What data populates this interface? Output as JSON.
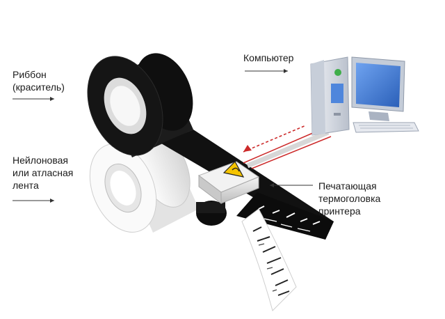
{
  "labels": {
    "ribbon": "Риббон\n(краситель)",
    "computer": "Компьютер",
    "tape": "Нейлоновая\nили атласная\nлента",
    "print_head": "Печатающая\nтермоголовка\nпринтера"
  },
  "colors": {
    "ribbon": "#111111",
    "tape": "#ffffff",
    "data_line": "#cc2a2a",
    "computer_case": "#dfe3ea",
    "screen": "#4a7fd6",
    "warning": "#f5c400"
  },
  "icons": {
    "print_head": "thermal-print-head",
    "warning": "warning-triangle-icon",
    "computer": "desktop-computer"
  }
}
